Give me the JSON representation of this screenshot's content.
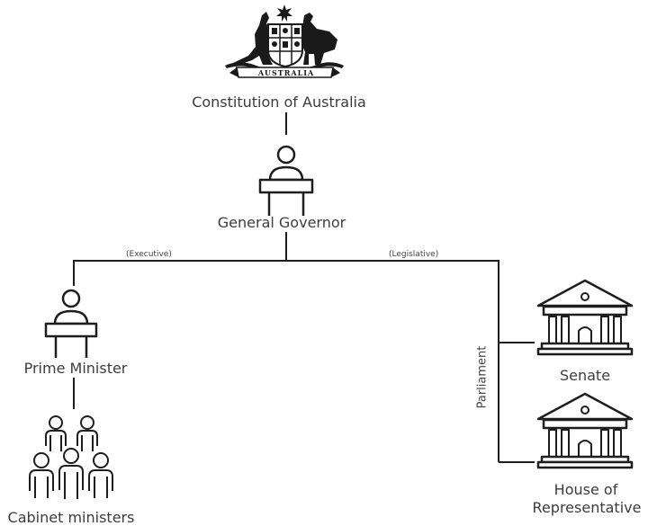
{
  "coat_of_arms": {
    "banner_text": "AUSTRALIA",
    "icon": "coat-of-arms-icon"
  },
  "nodes": {
    "constitution": "Constitution of Australia",
    "governor": "General Governor",
    "prime_minister": "Prime Minister",
    "cabinet": "Cabinet ministers",
    "senate": "Senate",
    "house_line1": "House of",
    "house_line2": "Representative",
    "parliament": "Parliament"
  },
  "branches": {
    "executive": "(Executive)",
    "legislative": "(Legislative)"
  },
  "icons": {
    "governor": "person-at-lectern-icon",
    "prime_minister": "person-at-lectern-icon",
    "cabinet": "group-of-people-icon",
    "senate": "parliament-building-icon",
    "house": "parliament-building-icon"
  }
}
